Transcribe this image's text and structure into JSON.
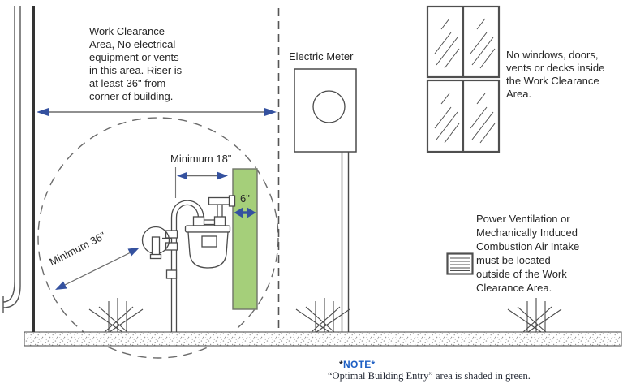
{
  "title": "Gas Meter Work Clearance Area Diagram",
  "colors": {
    "arrow_blue": "#34519f",
    "optimal_entry_green": "#a5cf7a",
    "note_blue": "#1d5fc4",
    "line_gray": "#4a4a4a"
  },
  "labels": {
    "work_clearance_note": "Work Clearance\nArea, No electrical\nequipment or vents\nin this area.  Riser is\nat least 36\" from\ncorner of building.",
    "electric_meter": "Electric Meter",
    "window_note": "No windows, doors,\nvents or decks inside\nthe Work Clearance\nArea.",
    "min_18": "Minimum 18\"",
    "min_36": "Minimum 36\"",
    "six_inch": "6\"",
    "vent_note": "Power Ventilation or\nMechanically Induced\nCombustion Air Intake\nmust be located\noutside of the Work\nClearance Area.",
    "note_star": "*",
    "note_word": "NOTE*",
    "note_body": "“Optimal Building Entry” area is shaded in green."
  },
  "icons": {
    "window": "four-pane-window-icon",
    "vent": "louvered-vent-icon",
    "electric_meter": "electric-meter-icon",
    "gas_meter": "gas-meter-riser-icon",
    "grass": "grass-icon"
  }
}
